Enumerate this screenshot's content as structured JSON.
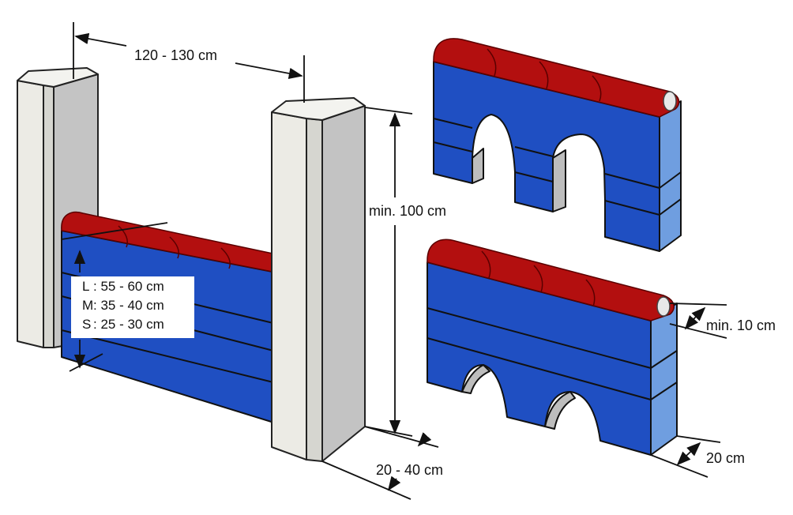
{
  "dimensions": {
    "pillar_spacing": "120 - 130 cm",
    "pillar_height": "min. 100 cm",
    "pillar_depth": "20 - 40 cm",
    "top_roll_thickness": "min. 10 cm",
    "block_depth": "20 cm"
  },
  "sizes": [
    {
      "size": "L",
      "range": ": 55 - 60 cm"
    },
    {
      "size": "M",
      "range": ": 35 - 40 cm"
    },
    {
      "size": "S",
      "range": ": 25 - 30 cm"
    }
  ],
  "colors": {
    "block_blue": "#1f4fc2",
    "block_side": "#6f9ee0",
    "roll_red": "#b30f0f",
    "pillar_front": "#ecebe5",
    "pillar_side": "#c3c3c3"
  }
}
